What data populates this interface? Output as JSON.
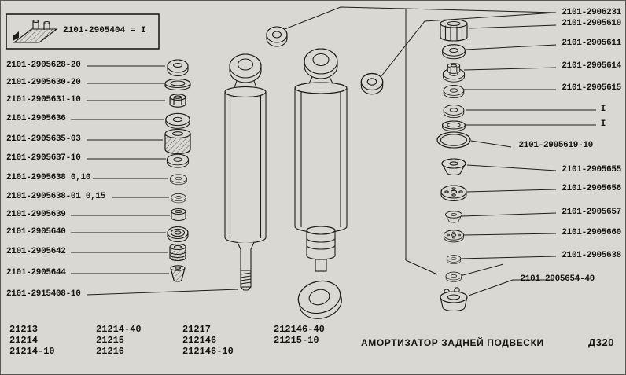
{
  "colors": {
    "background": "#d9d8d2",
    "ink": "#1e1d1b"
  },
  "legend": {
    "part_equivalence": "2101-2905404 = I"
  },
  "left_parts": [
    "2101-2905628-20",
    "2101-2905630-20",
    "2101-2905631-10",
    "2101-2905636",
    "2101-2905635-03",
    "2101-2905637-10",
    "2101-2905638 0,10",
    "2101-2905638-01 0,15",
    "2101-2905639",
    "2101-2905640",
    "2101-2905642",
    "2101-2905644",
    "2101-2915408-10"
  ],
  "right_parts": [
    "2101-2906231",
    "2101-2905610",
    "2101-2905611",
    "2101-2905614",
    "2101-2905615",
    "I",
    "I",
    "2101-2905619-10",
    "2101-2905655",
    "2101-2905656",
    "2101-2905657",
    "2101-2905660",
    "2101-2905638",
    "2101 2905654-40"
  ],
  "footer": {
    "models": [
      "21213",
      "21214",
      "21214-10",
      "21214-40",
      "21215",
      "21216",
      "21217",
      "212146",
      "212146-10",
      "212146-40",
      "21215-10"
    ],
    "title": "АМОРТИЗАТОР ЗАДНЕЙ ПОДВЕСКИ",
    "page_code": "Д320"
  }
}
